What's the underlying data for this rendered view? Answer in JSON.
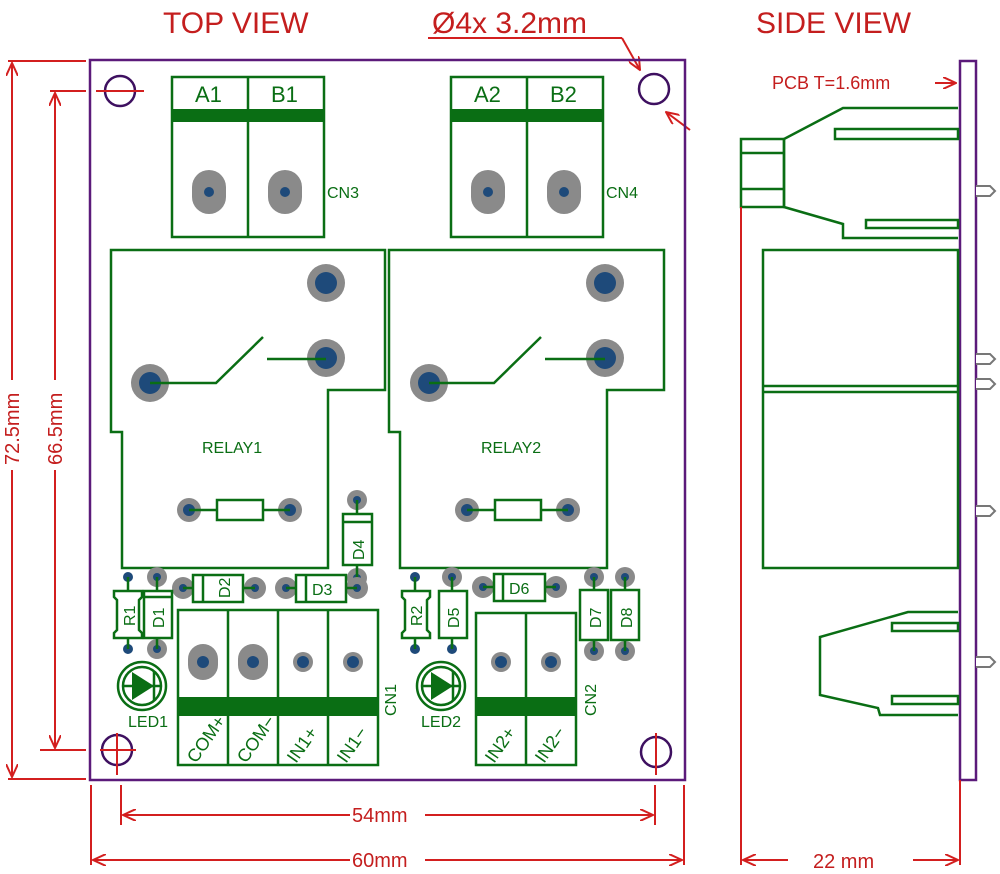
{
  "titles": {
    "top_view": "TOP VIEW",
    "side_view": "SIDE VIEW"
  },
  "annotations": {
    "holes": "Ø4x  3.2mm",
    "pcb_thickness": "PCB  T=1.6mm"
  },
  "dimensions": {
    "overall_height": "72.5mm",
    "hole_spacing_height": "66.5mm",
    "hole_spacing_width": "54mm",
    "overall_width": "60mm",
    "side_depth": "22 mm"
  },
  "connectors": {
    "cn3": {
      "label": "CN3",
      "pins": [
        "A1",
        "B1"
      ]
    },
    "cn4": {
      "label": "CN4",
      "pins": [
        "A2",
        "B2"
      ]
    },
    "cn1": {
      "label": "CN1",
      "pins": [
        "COM+",
        "COM−",
        "IN1+",
        "IN1−"
      ]
    },
    "cn2": {
      "label": "CN2",
      "pins": [
        "IN2+",
        "IN2−"
      ]
    }
  },
  "relays": [
    "RELAY1",
    "RELAY2"
  ],
  "components": {
    "r1": "R1",
    "r2": "R2",
    "d1": "D1",
    "d2": "D2",
    "d3": "D3",
    "d4": "D4",
    "d5": "D5",
    "d6": "D6",
    "d7": "D7",
    "d8": "D8",
    "led1": "LED1",
    "led2": "LED2"
  },
  "colors": {
    "dimension": "#d31f1f",
    "pcb_outline": "#5b1a7a",
    "silkscreen": "#0a6e14",
    "pad": "#8a8a8a",
    "drill": "#1e4a7a"
  }
}
